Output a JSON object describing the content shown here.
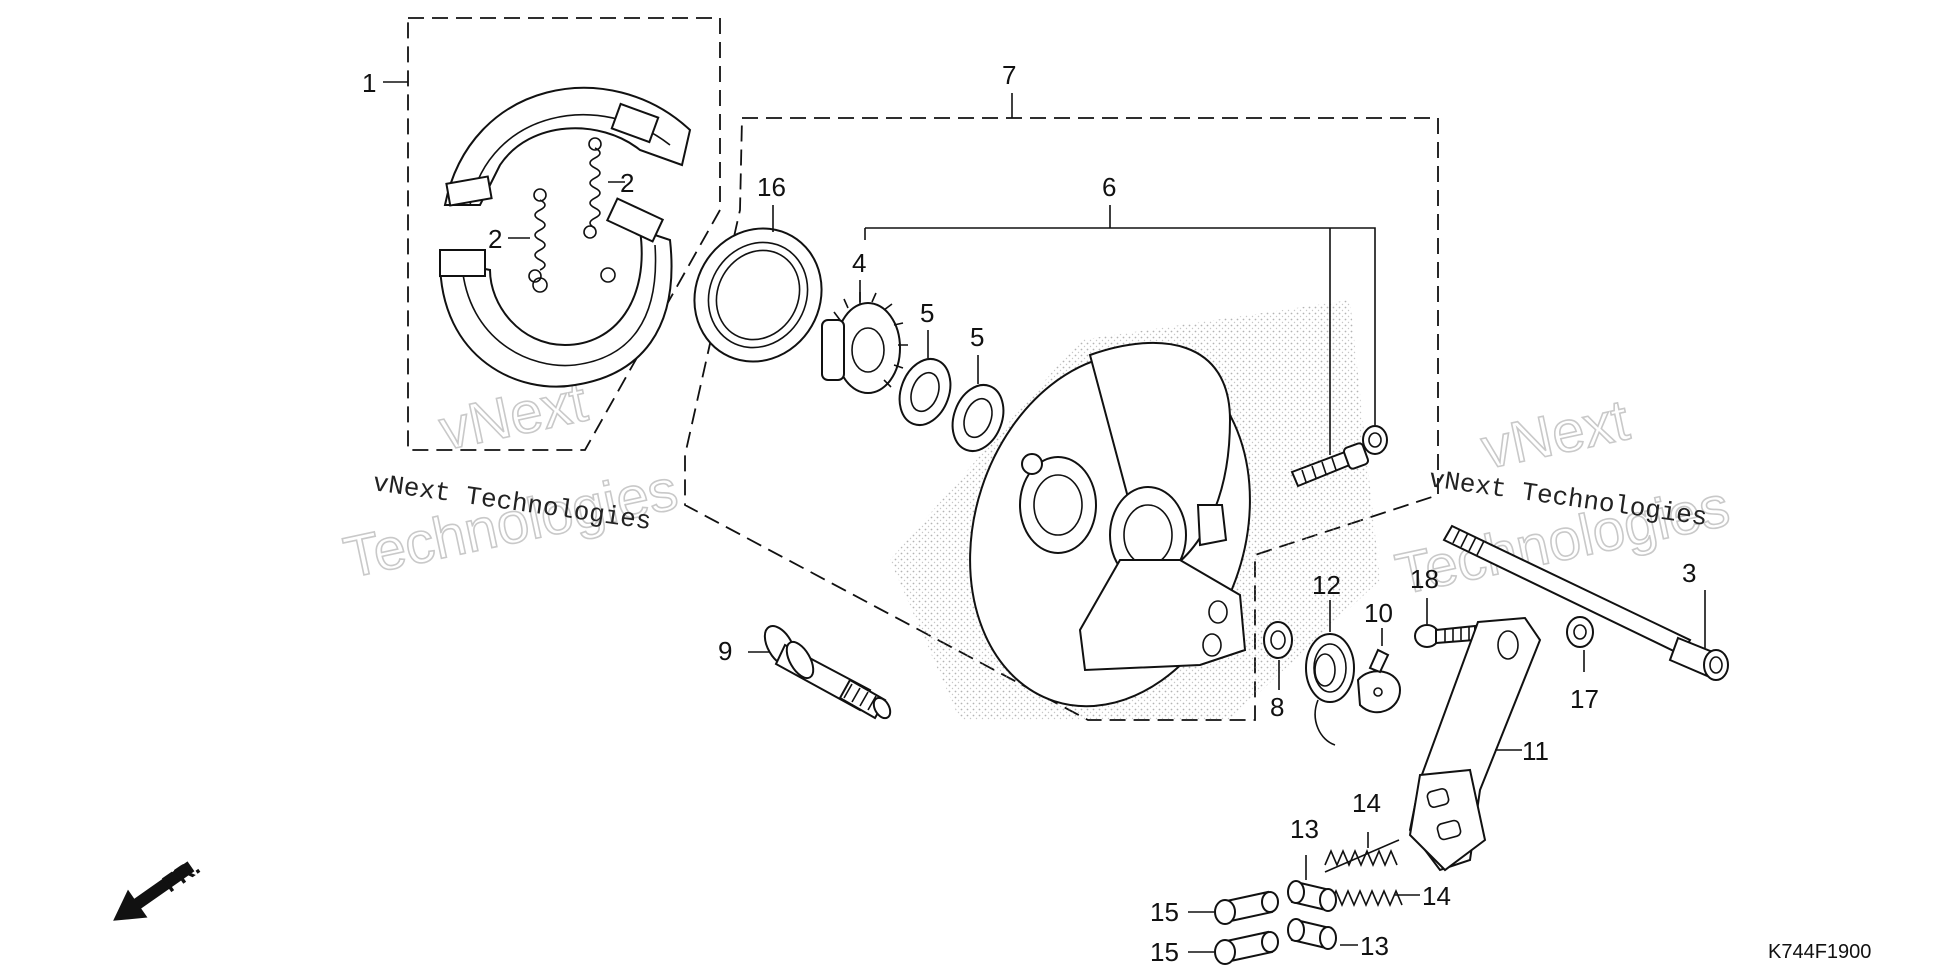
{
  "callouts": {
    "c1": "1",
    "c2a": "2",
    "c2b": "2",
    "c3": "3",
    "c4": "4",
    "c5a": "5",
    "c5b": "5",
    "c6": "6",
    "c7": "7",
    "c8": "8",
    "c9": "9",
    "c10": "10",
    "c11": "11",
    "c12": "12",
    "c13a": "13",
    "c13b": "13",
    "c14a": "14",
    "c14b": "14",
    "c15a": "15",
    "c15b": "15",
    "c16": "16",
    "c17": "17",
    "c18": "18"
  },
  "watermark": {
    "small_left": "vNext Technologies",
    "small_right": "vNext Technologies",
    "big_vnext": "vNext",
    "big_technologies": "Technologies"
  },
  "direction_label": "FR.",
  "diagram_code": "K744F1900"
}
